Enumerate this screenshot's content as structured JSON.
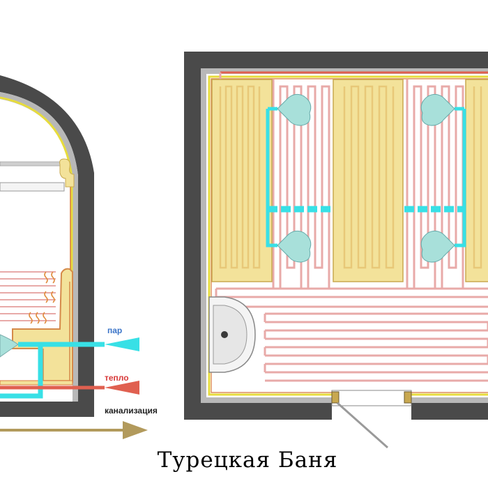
{
  "title": "Турецкая Баня",
  "labels": {
    "steam": "пар",
    "heat": "тепло",
    "sewer": "канализация"
  },
  "colors": {
    "wall": "#4a4a4a",
    "heating_pipe": "#e8aaa8",
    "heating_pipe_main": "#e06050",
    "bench": "#f3e29a",
    "bench_border": "#c8a850",
    "steam_pipe": "#38e0e6",
    "steam_nozzle": "#a8e0da",
    "steam_label": "#3a74c8",
    "heat_label": "#d83a3a",
    "sewer_arrow": "#b29a5c",
    "yellow_lining": "#e7dc3c",
    "orange_lining": "#d8783c"
  }
}
